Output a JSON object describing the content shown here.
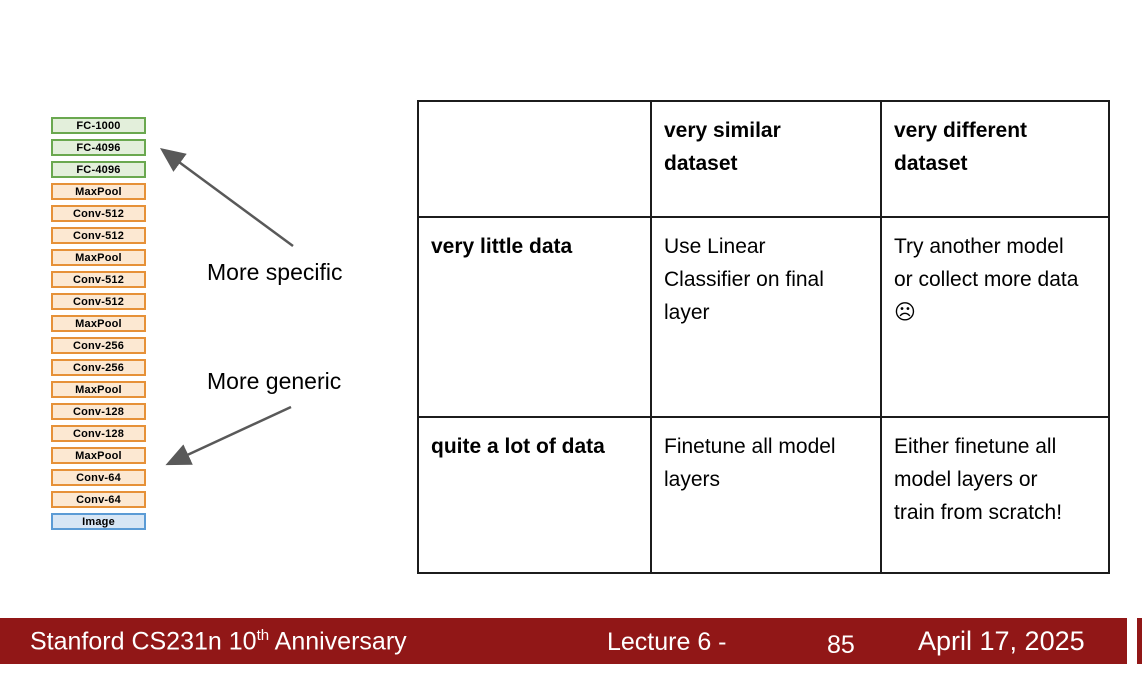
{
  "colors": {
    "footer_bar": "#911717",
    "fc_fill": "#e3efdb",
    "fc_border": "#6aa84f",
    "conv_fill": "#fce8d2",
    "conv_border": "#e69138",
    "image_fill": "#d7e6f5",
    "image_border": "#5b9bd5",
    "arrow": "#595959",
    "table_border": "#1c1c1c"
  },
  "stack": {
    "groups": [
      {
        "type": "fc",
        "layers": [
          "FC-1000",
          "FC-4096",
          "FC-4096"
        ]
      },
      {
        "type": "conv",
        "layers": [
          "MaxPool",
          "Conv-512",
          "Conv-512"
        ]
      },
      {
        "type": "conv",
        "layers": [
          "MaxPool",
          "Conv-512",
          "Conv-512"
        ]
      },
      {
        "type": "conv",
        "layers": [
          "MaxPool",
          "Conv-256",
          "Conv-256"
        ]
      },
      {
        "type": "conv",
        "layers": [
          "MaxPool",
          "Conv-128",
          "Conv-128"
        ]
      },
      {
        "type": "conv",
        "layers": [
          "MaxPool",
          "Conv-64",
          "Conv-64"
        ]
      },
      {
        "type": "image",
        "layers": [
          "Image"
        ]
      }
    ]
  },
  "annotations": {
    "more_specific": "More specific",
    "more_generic": "More generic"
  },
  "table": {
    "header": [
      "",
      "very similar dataset",
      "very different dataset"
    ],
    "rows": [
      {
        "label": "very little data",
        "cells": [
          "Use Linear Classifier on final layer",
          "Try another model or collect more data ☹"
        ]
      },
      {
        "label": "quite a lot of data",
        "cells": [
          "Finetune all model layers",
          "Either finetune all model layers or train from scratch!"
        ]
      }
    ]
  },
  "footer": {
    "course_prefix": "Stanford CS231n 10",
    "course_sup": "th",
    "course_suffix": " Anniversary",
    "lecture": "Lecture 6 -",
    "page_number": "85",
    "date": "April 17, 2025"
  }
}
